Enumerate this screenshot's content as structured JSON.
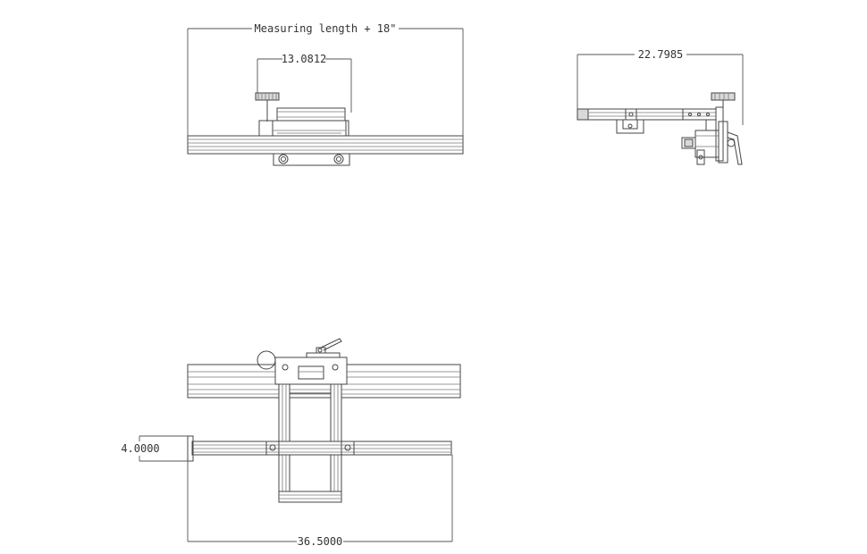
{
  "dimensions": {
    "front_overall": "Measuring length + 18\"",
    "front_center": "13.0812",
    "side_width": "22.7985",
    "top_offset": "4.0000",
    "top_length": "36.5000"
  },
  "colors": {
    "line": "#444444",
    "background": "#ffffff"
  }
}
